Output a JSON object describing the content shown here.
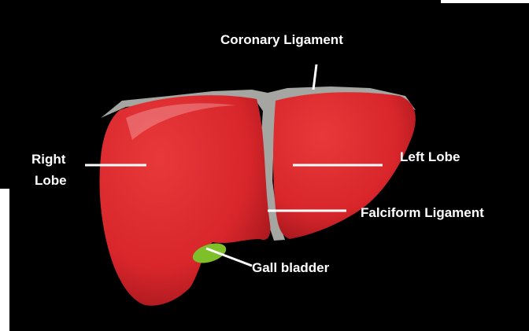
{
  "colors": {
    "background": "#000000",
    "liver": "#d8262b",
    "ligament": "#a5a5a2",
    "gallbladder": "#7fbf2a",
    "leader": "#ffffff"
  },
  "labels": {
    "coronary": "Coronary Ligament",
    "right_line1": "Right",
    "right_line2": "Lobe",
    "left": "Left Lobe",
    "falciform": "Falciform Ligament",
    "gall": "Gall bladder"
  }
}
